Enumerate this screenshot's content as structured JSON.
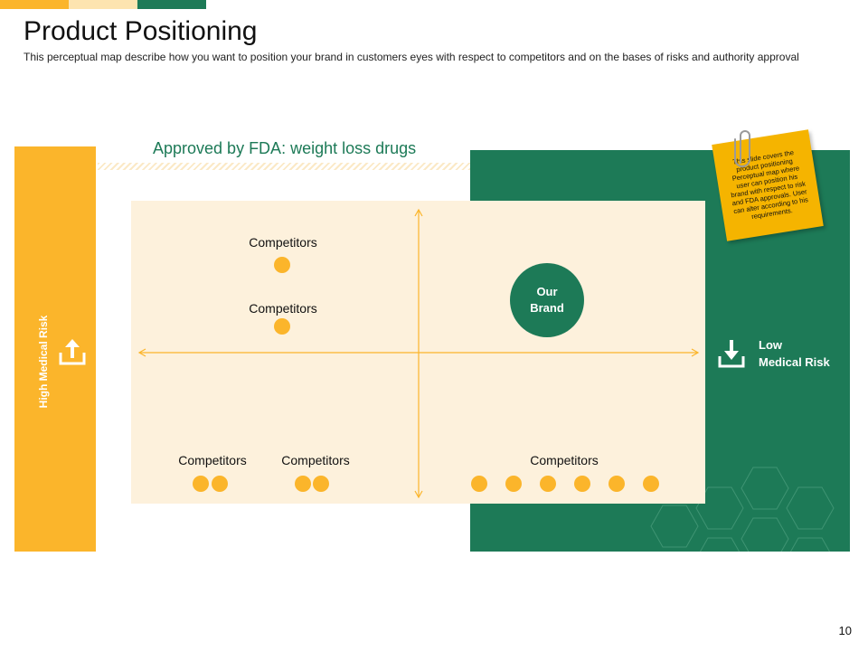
{
  "colors": {
    "yellow": "#fbb52b",
    "light_yellow": "#fde4b0",
    "green": "#1d7a57",
    "cream": "#fdf1dc"
  },
  "header": {
    "title": "Product Positioning",
    "subtitle": "This perceptual map describe how you want to position your brand in customers eyes with respect to competitors and on the bases of risks and authority approval"
  },
  "axes": {
    "top_label": "Approved by FDA: weight loss drugs",
    "left_label": "High Medical Risk",
    "right_label_line1": "Low",
    "right_label_line2": "Medical Risk",
    "left_icon": "upload-icon",
    "right_icon": "download-icon"
  },
  "map": {
    "competitors": [
      {
        "label": "Competitors",
        "dots": 1
      },
      {
        "label": "Competitors",
        "dots": 1
      },
      {
        "label": "Competitors",
        "dots": 2
      },
      {
        "label": "Competitors",
        "dots": 2
      },
      {
        "label": "Competitors",
        "dots": 6
      }
    ],
    "brand_line1": "Our",
    "brand_line2": "Brand"
  },
  "note": {
    "text": "This slide covers the product positioning Perceptual map where user can position his brand with respect to risk and FDA approvals. User can alter according to his requirements.",
    "icon": "paperclip-icon"
  },
  "footer": {
    "page_number": "10"
  }
}
